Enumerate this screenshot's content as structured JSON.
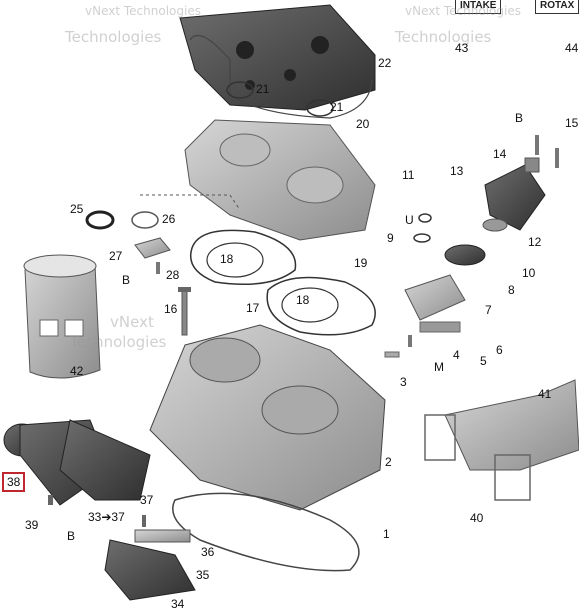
{
  "callouts": {
    "c1": "1",
    "c2": "2",
    "c3": "3",
    "c4": "4",
    "c5": "5",
    "c6": "6",
    "c7": "7",
    "c8": "8",
    "c9": "9",
    "c10": "10",
    "c11": "11",
    "c12": "12",
    "c13": "13",
    "c14": "14",
    "c15": "15",
    "c16": "16",
    "c17": "17",
    "c18a": "18",
    "c18b": "18",
    "c19": "19",
    "c20": "20",
    "c21a": "21",
    "c21b": "21",
    "c22": "22",
    "c25": "25",
    "c26": "26",
    "c27": "27",
    "c28": "28",
    "c33_37": "33➔37",
    "c34": "34",
    "c35": "35",
    "c36": "36",
    "c37": "37",
    "c38": "38",
    "c39": "39",
    "c40": "40",
    "c41": "41",
    "c42": "42",
    "c43": "43",
    "c44": "44",
    "b_top": "B",
    "b_28": "B",
    "b_39": "B",
    "m_4": "M",
    "u_8": "U"
  },
  "watermark": {
    "line1": "vNext Technologies",
    "line2": "Technologies",
    "line3": "vNext",
    "line4": "Technologies",
    "line5": "vNext Technologies",
    "line6": "Technologies"
  },
  "labels": {
    "box_intake": "INTAKE",
    "box_rotax": "ROTAX"
  },
  "colors": {
    "highlight": "#c0262d",
    "part_gray": "#8a8a8a",
    "part_dark": "#4a4a4a"
  }
}
